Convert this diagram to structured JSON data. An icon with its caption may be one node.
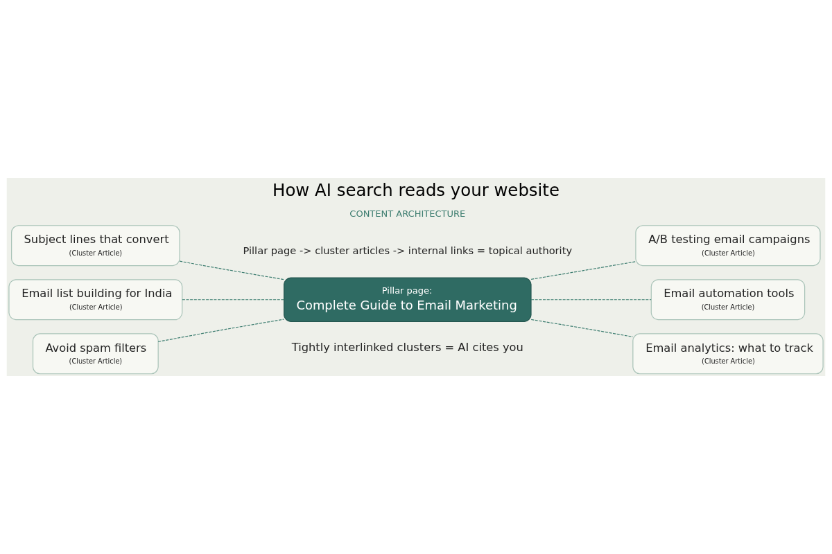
{
  "diagram": {
    "title": "How AI search reads your website",
    "caption": "Tightly interlinked clusters = AI cites you",
    "nodes": [
      {
        "text": [
          "Subject lines that convert",
          "(Cluster Article)"
        ]
      },
      {
        "text": [
          "Email list building for India",
          "(Cluster Article)"
        ]
      },
      {
        "text": [
          "Avoid spam filters",
          "(Cluster Article)"
        ]
      },
      {
        "text": [
          "Pillar page:",
          "Complete Guide to Email Marketing"
        ]
      },
      {
        "text": [
          "A/B testing email campaigns",
          "(Cluster Article)"
        ]
      },
      {
        "text": [
          "Email automation tools",
          "(Cluster Article)"
        ]
      },
      {
        "text": [
          "Email analytics: what to track",
          "(Cluster Article)"
        ]
      }
    ],
    "edges": [
      {
        "from": 0,
        "to": 3,
        "arrow": "none",
        "style": "dashed"
      },
      {
        "from": 1,
        "to": 3,
        "arrow": "none",
        "style": "dashed"
      },
      {
        "from": 2,
        "to": 3,
        "arrow": "none",
        "style": "dashed"
      },
      {
        "from": 3,
        "to": 4,
        "arrow": "none",
        "style": "dashed"
      },
      {
        "from": 3,
        "to": 5,
        "arrow": "none",
        "style": "dashed"
      },
      {
        "from": 3,
        "to": 6,
        "arrow": "none",
        "style": "dashed"
      }
    ],
    "labels": [
      "CONTENT ARCHITECTURE",
      "Pillar page -> cluster articles -> internal links = topical authority"
    ]
  }
}
